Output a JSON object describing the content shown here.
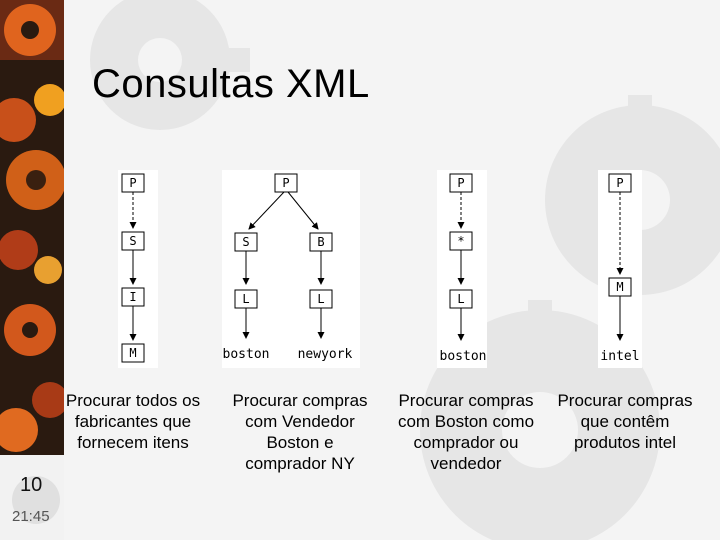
{
  "slide": {
    "title": "Consultas XML",
    "number": "10",
    "time": "21:45"
  },
  "queries": [
    {
      "caption": "Procurar todos os fabricantes que fornecem itens",
      "nodes": {
        "root": "P",
        "level2": "S",
        "level3": "I",
        "level4": "M"
      }
    },
    {
      "caption": "Procurar compras com Vendedor Boston e comprador NY",
      "nodes": {
        "root": "P",
        "left2": "S",
        "right2": "B",
        "left3": "L",
        "right3": "L",
        "left_leaf": "boston",
        "right_leaf": "newyork"
      }
    },
    {
      "caption": "Procurar compras com Boston como comprador ou vendedor",
      "nodes": {
        "root": "P",
        "level2": "*",
        "level3": "L",
        "leaf": "boston"
      }
    },
    {
      "caption": "Procurar compras que contêm produtos intel",
      "nodes": {
        "root": "P",
        "level3": "M",
        "leaf": "intel"
      }
    }
  ],
  "colors": {
    "strip_orange": "#e0641e",
    "strip_dark": "#2a1a10",
    "gear": "#e4e4e4"
  }
}
